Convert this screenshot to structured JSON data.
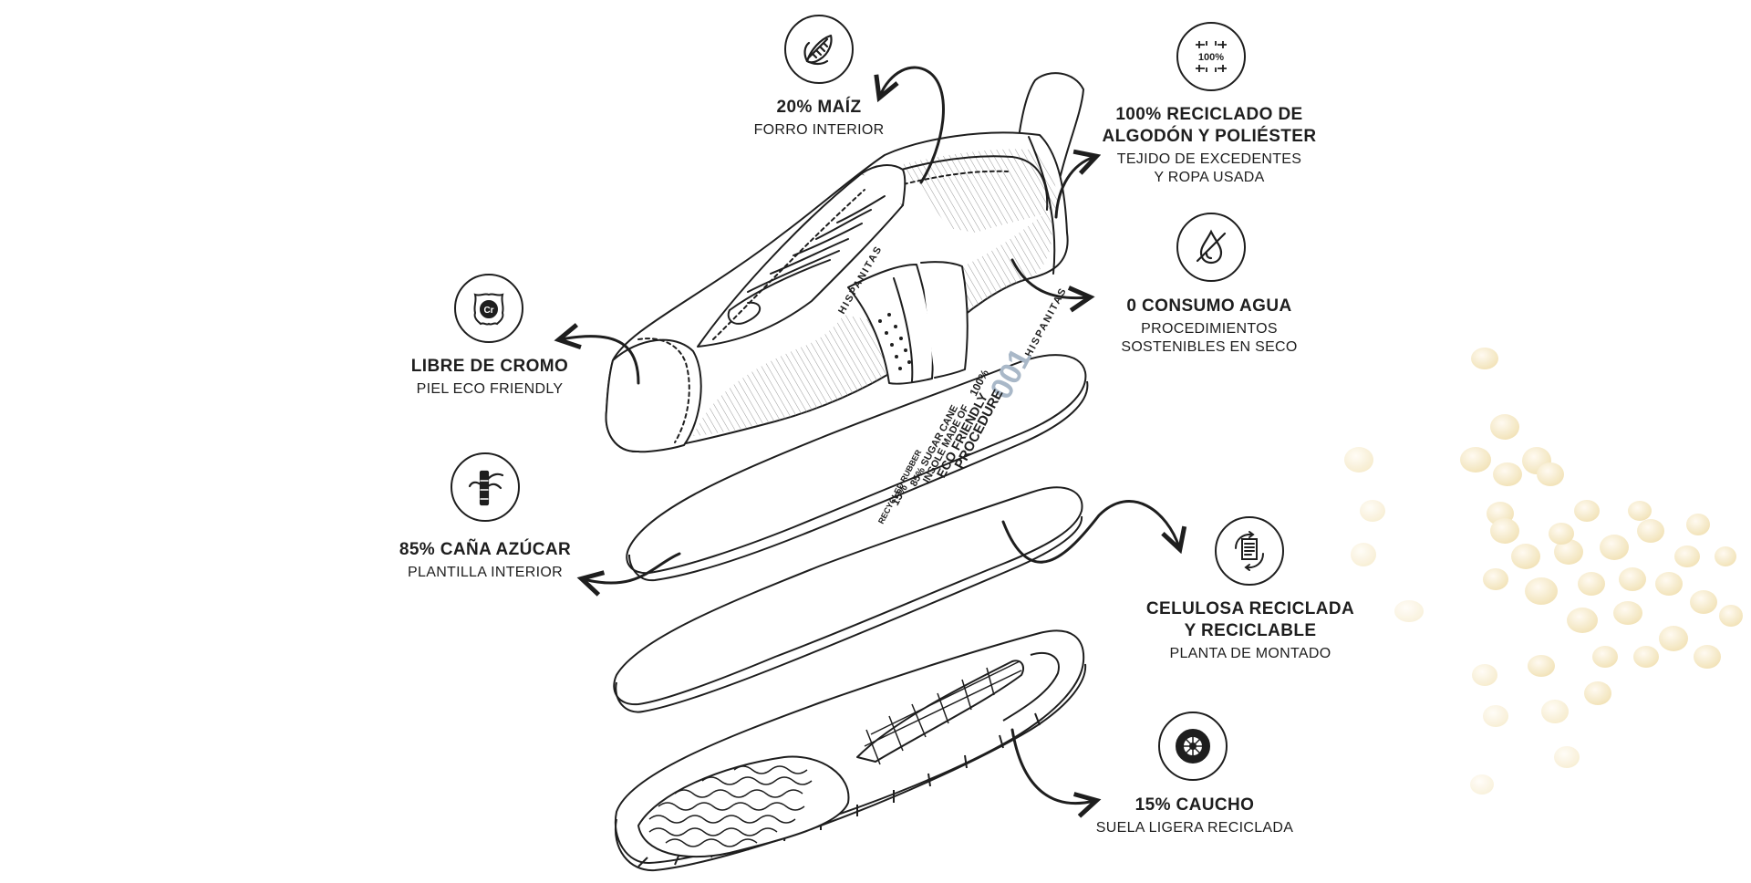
{
  "colors": {
    "ink": "#1e1e1e",
    "background": "#ffffff",
    "kernel": "#f3e6bd"
  },
  "brand": {
    "upper_text": "HISPANITAS",
    "insole_text": "HISPANITAS",
    "insole_model": "001"
  },
  "insole_print": [
    "100%",
    "PROCEDURE",
    "ECO FRIENDLY",
    "INSOLE MADE OF",
    "85% SUGAR CANE",
    "15%",
    "RECYCLED RUBBER"
  ],
  "callouts": [
    {
      "id": "maiz",
      "icon": "corn-icon",
      "title": "20% MAÍZ",
      "subtitle": "FORRO INTERIOR"
    },
    {
      "id": "algodon",
      "icon": "recycled-fabric-icon",
      "icon_text": "100%",
      "title": "100% RECICLADO DE\nALGODÓN Y POLIÉSTER",
      "subtitle": "TEJIDO DE EXCEDENTES\nY ROPA USADA"
    },
    {
      "id": "agua",
      "icon": "no-water-drop-icon",
      "title": "0 CONSUMO AGUA",
      "subtitle": "PROCEDIMIENTOS\nSOSTENIBLES EN SECO"
    },
    {
      "id": "cromo",
      "icon": "chrome-free-leather-icon",
      "icon_text": "Cr",
      "title": "LIBRE DE CROMO",
      "subtitle": "PIEL ECO FRIENDLY"
    },
    {
      "id": "cana",
      "icon": "sugar-cane-icon",
      "title": "85% CAÑA AZÚCAR",
      "subtitle": "PLANTILLA INTERIOR"
    },
    {
      "id": "celulosa",
      "icon": "recycle-paper-icon",
      "title": "CELULOSA RECICLADA\nY RECICLABLE",
      "subtitle": "PLANTA DE MONTADO"
    },
    {
      "id": "caucho",
      "icon": "tire-icon",
      "title": "15% CAUCHO",
      "subtitle": "SUELA LIGERA RECICLADA"
    }
  ]
}
